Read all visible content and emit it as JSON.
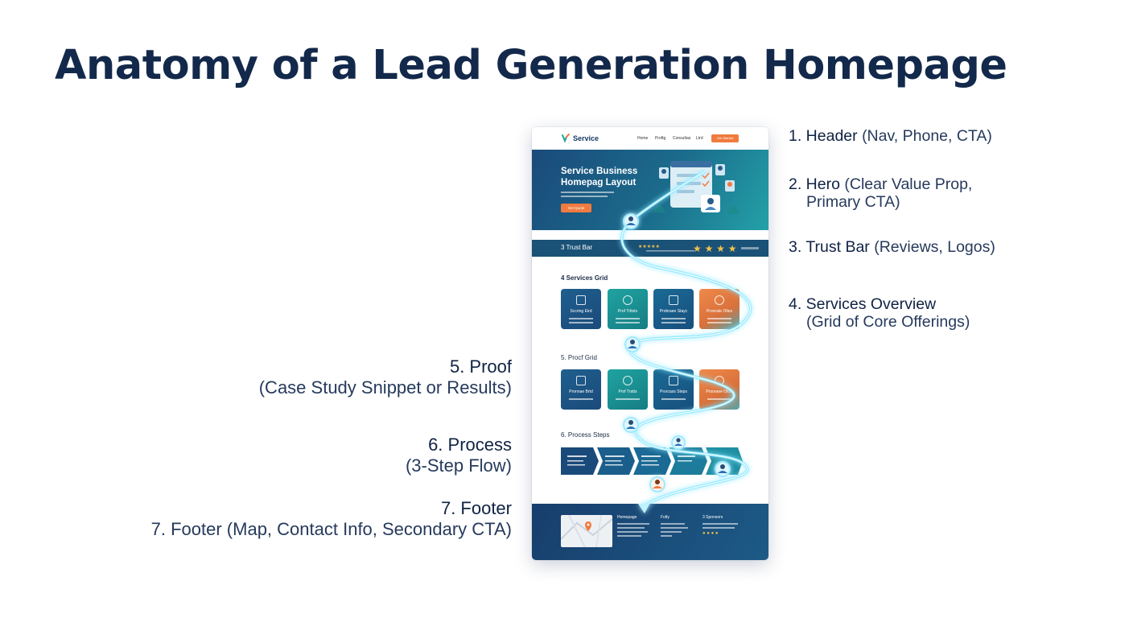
{
  "title": "Anatomy of a Lead Generation Homepage",
  "annotations_right": [
    {
      "bold": "1. Header",
      "sub": "(Nav, Phone, CTA)"
    },
    {
      "bold": "2. Hero",
      "sub": "(Clear Value Prop,",
      "sub2": "Primary CTA)"
    },
    {
      "bold": "3. Trust Bar",
      "sub": "(Reviews, Logos)"
    },
    {
      "bold": "4. Services Overview",
      "sub2": "(Grid of Core Offerings)"
    }
  ],
  "annotations_left": [
    {
      "bold": "5. Proof",
      "sub": "(Case Study Snippet or Results)"
    },
    {
      "bold": "6. Process",
      "sub": "(3-Step Flow)"
    },
    {
      "bold": "7. Footer",
      "sub": "7. Footer (Map, Contact Info, Secondary CTA)"
    }
  ],
  "mockup": {
    "logo": "Service",
    "nav": [
      "Home",
      "Proftg",
      "Consultas",
      "Ltrd"
    ],
    "cta": "Get Started",
    "hero_title_1": "Service Business",
    "hero_title_2": "Homepag Layout",
    "hero_button": "Get Quote",
    "trust_label": "3 Trust Bar",
    "services_label": "4 Services Grid",
    "services_cards": [
      "Sccring Eird",
      "Prof Trttsts",
      "Probraee Stayc",
      "Proorate Oltes"
    ],
    "proof_label": "5. Procf Grid",
    "proof_cards": [
      "Pronnae Brtd",
      "Prof Tratts",
      "Prorcass Steps",
      "Prooraee Oltss"
    ],
    "process_label": "6. Process Steps",
    "footer_cols": [
      "Homepage",
      "Folty",
      "3 Sponsors"
    ]
  },
  "colors": {
    "accent": "#f07b3f",
    "navy": "#13294b",
    "glow": "#7fe3ff"
  }
}
